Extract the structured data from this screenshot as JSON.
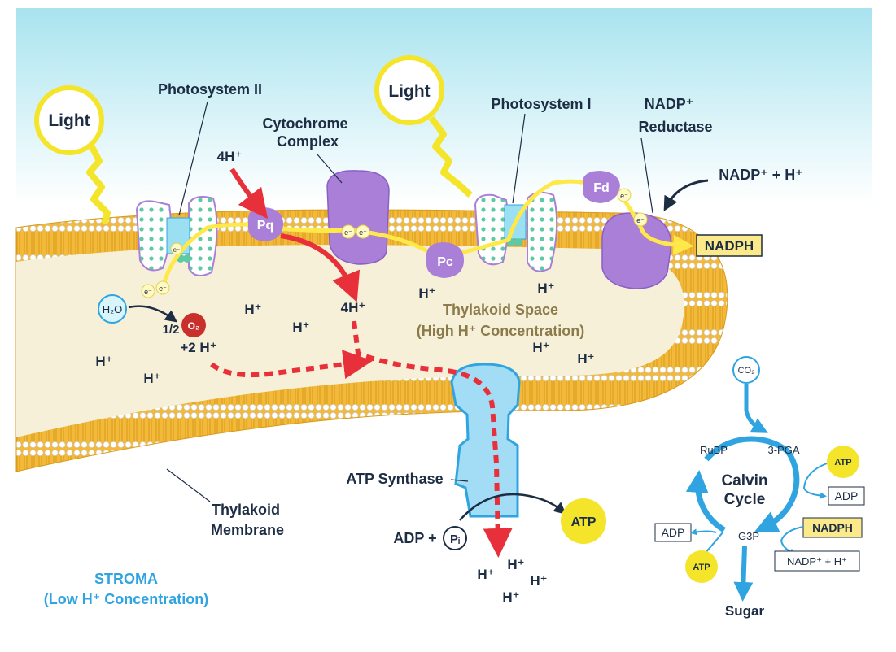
{
  "labels": {
    "light_left": "Light",
    "light_right": "Light",
    "photosystem_ii": "Photosystem II",
    "cytochrome_1": "Cytochrome",
    "cytochrome_2": "Complex",
    "photosystem_i": "Photosystem I",
    "nadp_reductase_1": "NADP⁺",
    "nadp_reductase_2": "Reductase",
    "four_h_top": "4H⁺",
    "four_h_mid": "4H⁺",
    "pq": "Pq",
    "pc": "Pc",
    "fd": "Fd",
    "electron": "e⁻",
    "nadp_plus_h": "NADP⁺ + H⁺",
    "nadph_main": "NADPH",
    "h2o": "H₂O",
    "half": "1/2",
    "o2": "O₂",
    "plus_2h": "+2 H⁺",
    "h_ion": "H⁺",
    "thylakoid_space_1": "Thylakoid Space",
    "thylakoid_space_2": "(High H⁺ Concentration)",
    "atp_synthase": "ATP Synthase",
    "adp_plus": "ADP +",
    "pi": "Pᵢ",
    "atp_main": "ATP",
    "thylakoid_membrane_1": "Thylakoid",
    "thylakoid_membrane_2": "Membrane",
    "stroma_1": "STROMA",
    "stroma_2": "(Low H⁺ Concentration)"
  },
  "calvin": {
    "co2": "CO₂",
    "rubp": "RuBP",
    "pga": "3-PGA",
    "title_1": "Calvin",
    "title_2": "Cycle",
    "atp_top": "ATP",
    "adp_right": "ADP",
    "nadph": "NADPH",
    "adp_left": "ADP",
    "g3p": "G3P",
    "atp_bottom": "ATP",
    "nadp_h": "NADP⁺ + H⁺",
    "sugar": "Sugar"
  },
  "colors": {
    "sky": "#bfeaf3",
    "membrane": "#f2b93a",
    "lumen": "#f7f0d9",
    "protein_purple": "#a97fd8",
    "proton_arrow": "#e8303a",
    "electron_path": "#ffe94a",
    "calvin_arrow": "#2fa4e0",
    "atp_yellow": "#f4e52a"
  }
}
